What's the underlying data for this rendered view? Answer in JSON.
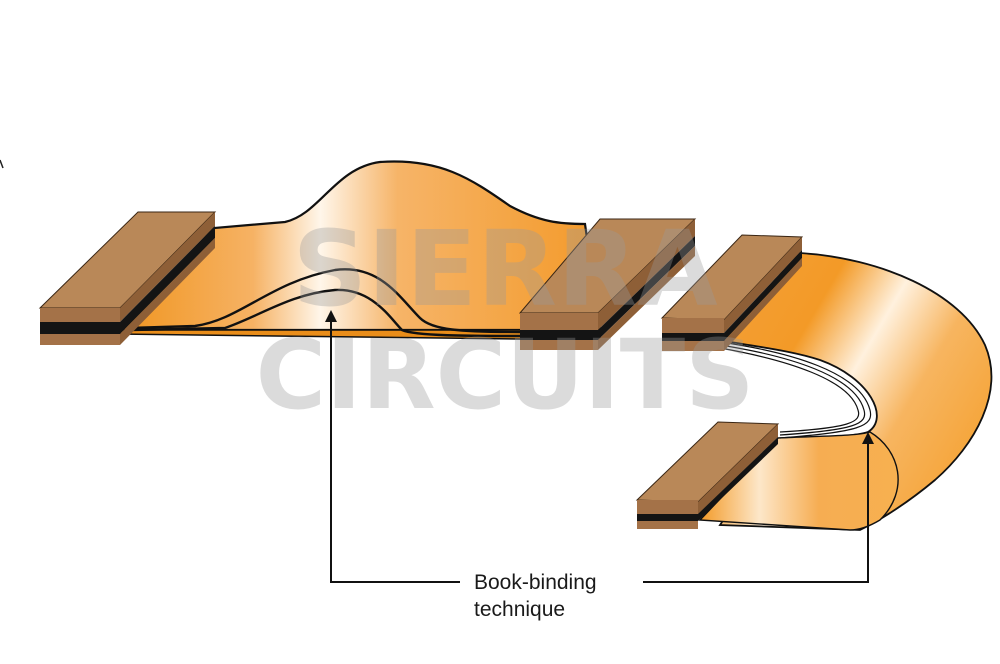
{
  "callout": {
    "line1": "Book-binding",
    "line2": "technique"
  },
  "watermark": {
    "line1": "SIERRA",
    "line2": "CIRCUITS"
  },
  "colors": {
    "flex_orange": "#f5a53a",
    "flex_orange_dark": "#ef8e1f",
    "highlight": "#fff6ea",
    "stiffener_top": "#b98858",
    "stiffener_side": "#8e5f37",
    "stiffener_end": "#a47248",
    "core_black": "#141414",
    "outline": "#111111",
    "watermark_gray": "#9a9a9a"
  }
}
